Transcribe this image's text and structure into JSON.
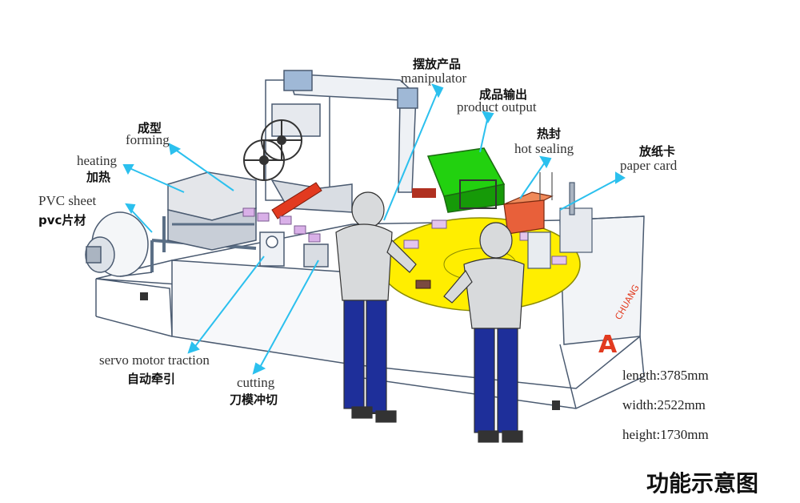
{
  "labels": {
    "manipulator": {
      "cn": "摆放产品",
      "en": "manipulator"
    },
    "product_output": {
      "cn": "成品输出",
      "en": "product output"
    },
    "forming": {
      "cn": "成型",
      "en": "forming"
    },
    "heating": {
      "cn": "加热",
      "en": "heating"
    },
    "hot_sealing": {
      "cn": "热封",
      "en": "hot sealing"
    },
    "paper_card": {
      "cn": "放纸卡",
      "en": "paper card"
    },
    "pvc_sheet": {
      "cn": "pvc片材",
      "en": "PVC sheet"
    },
    "servo": {
      "cn": "自动牵引",
      "en": "servo motor traction"
    },
    "cutting": {
      "cn": "刀模冲切",
      "en": "cutting"
    }
  },
  "specs": {
    "length": "length:3785mm",
    "width": "width:2522mm",
    "height": "height:1730mm"
  },
  "caption": "功能示意图",
  "brand": {
    "letter": "A",
    "text": "CHUANG"
  },
  "colors": {
    "arrow": "#2bc0ee",
    "frame": "#5b6f86",
    "yellow": "#ffee00",
    "green": "#22d10f",
    "red": "#e23a1f",
    "orange": "#e8603a",
    "worker_body": "#1e2f9a",
    "worker_top": "#d8dadc"
  }
}
